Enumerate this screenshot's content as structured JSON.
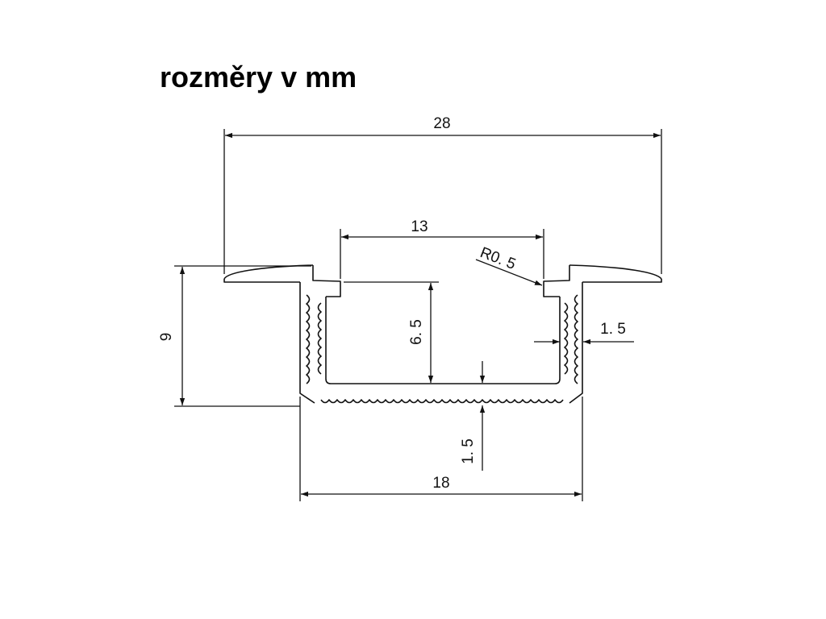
{
  "title": "rozměry v mm",
  "dimensions": {
    "overall_width": "28",
    "opening_width": "13",
    "radius": "R0. 5",
    "overall_height": "9",
    "inner_depth": "6. 5",
    "wall_thickness": "1. 5",
    "base_thickness": "1. 5",
    "base_width": "18"
  },
  "colors": {
    "line": "#111111",
    "background": "#ffffff"
  }
}
